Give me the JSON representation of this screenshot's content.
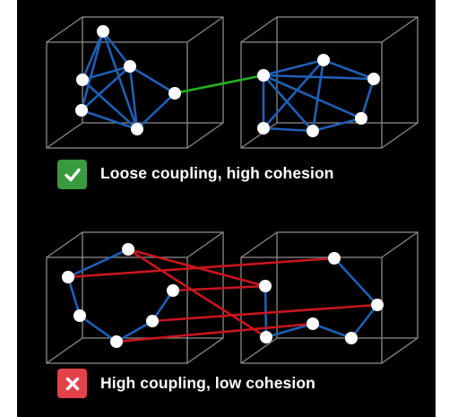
{
  "colors": {
    "background": "#000000",
    "cube_edge": "#8a8a8a",
    "internal_edge": "#1f5fb5",
    "coupling_edge_good": "#22b022",
    "coupling_edge_bad": "#c8161e",
    "node_fill": "#ffffff",
    "badge_good": "#3a9a3f",
    "badge_bad": "#e4424b"
  },
  "panels": [
    {
      "caption": "Loose coupling, high cohesion",
      "badge_icon": "check-icon",
      "verdict": "good"
    },
    {
      "caption": "High coupling, low cohesion",
      "badge_icon": "cross-icon",
      "verdict": "bad"
    }
  ]
}
